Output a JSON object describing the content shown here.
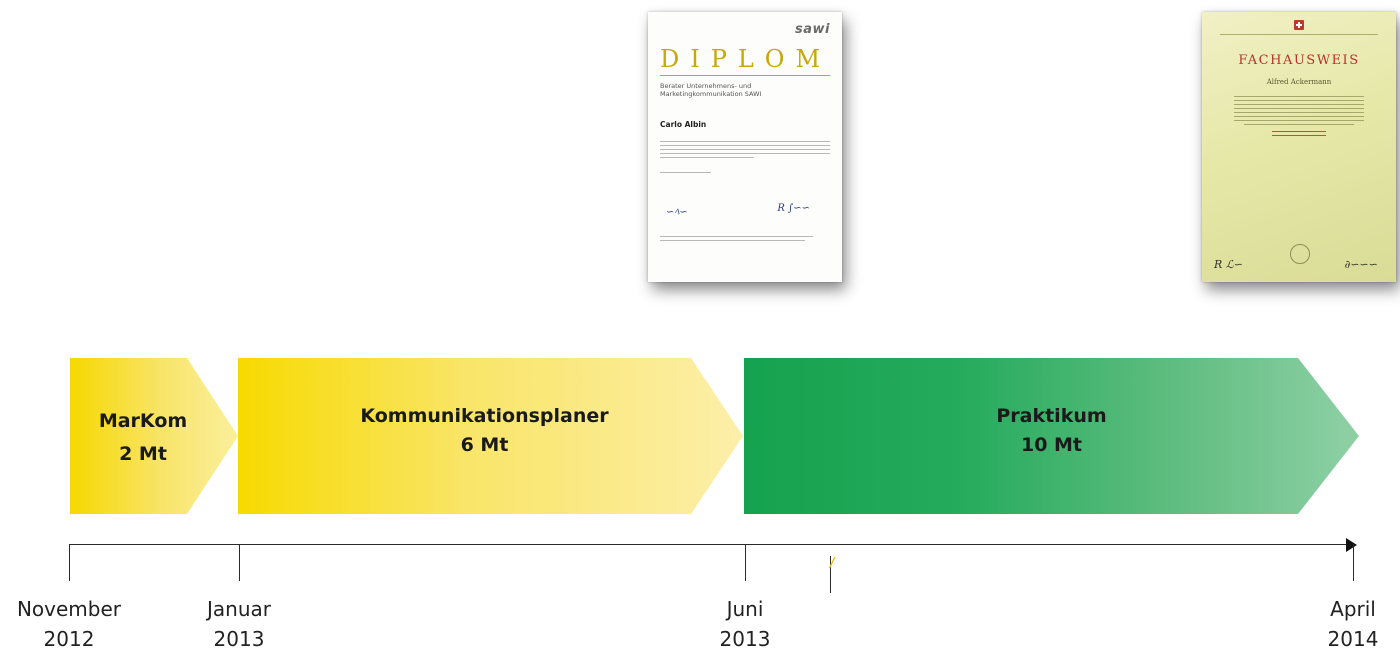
{
  "diplomas": {
    "sawi": {
      "logo": "sawi",
      "title": "DIPLOM",
      "subtitle_line1": "Berater Unternehmens- und",
      "subtitle_line2": "Marketingkommunikation SAWI",
      "name": "Carlo Albin"
    },
    "fachausweis": {
      "title": "FACHAUSWEIS",
      "name": "Alfred Ackermann"
    }
  },
  "phases": [
    {
      "title": "MarKom",
      "duration": "2 Mt",
      "color": "#f6d800"
    },
    {
      "title": "Kommunikationsplaner",
      "duration": "6 Mt",
      "color": "#f7da00"
    },
    {
      "title": "Praktikum",
      "duration": "10 Mt",
      "color": "#15a24e"
    }
  ],
  "timeline": {
    "ticks": [
      {
        "month": "November",
        "year": "2012"
      },
      {
        "month": "Januar",
        "year": "2013"
      },
      {
        "month": "Juni",
        "year": "2013"
      },
      {
        "month": "April",
        "year": "2014"
      }
    ]
  }
}
